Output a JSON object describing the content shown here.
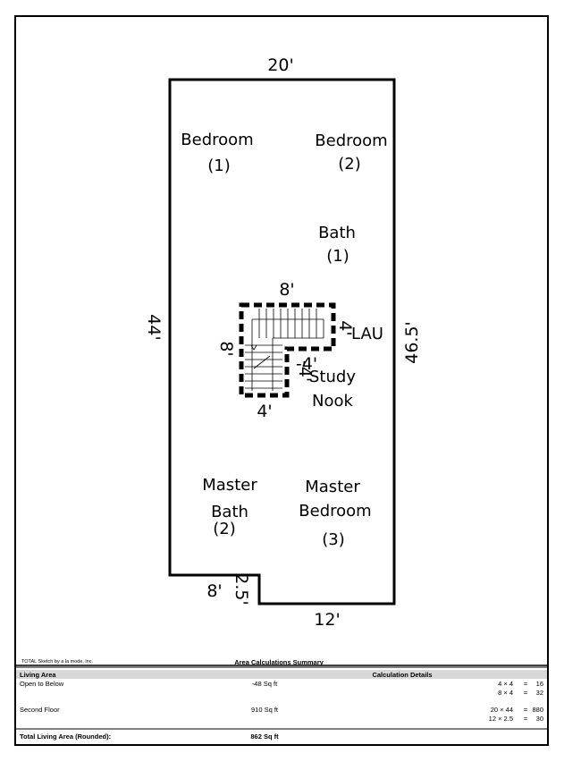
{
  "plan": {
    "rooms": {
      "bedroom1": [
        "Bedroom",
        "(1)"
      ],
      "bedroom2": [
        "Bedroom",
        "(2)"
      ],
      "bath1": [
        "Bath",
        "(1)"
      ],
      "lau": "LAU",
      "study": [
        "Study",
        "Nook"
      ],
      "master_bath": [
        "Master",
        "Bath",
        "(2)"
      ],
      "master_bedroom": [
        "Master",
        "Bedroom",
        "(3)"
      ]
    },
    "dimensions": {
      "top": "20'",
      "left": "44'",
      "right": "46.5'",
      "bottom": "12'",
      "notch_width": "8'",
      "notch_height": "2.5'",
      "stair_top": "8'",
      "stair_left": "8'",
      "stair_right": "4'",
      "stair_bottom": "4'",
      "stair_inner": "-4'",
      "stair_inner2": "-4'"
    }
  },
  "footer": {
    "software": "TOTAL Sketch by a la mode, inc.",
    "title": "Area Calculations Summary",
    "header_left": "Living Area",
    "header_right": "Calculation Details",
    "rows": [
      {
        "name": "Open to Below",
        "area": "-48 Sq ft",
        "calcs": [
          {
            "expr": "4 × 4",
            "eq": "=",
            "val": "16"
          },
          {
            "expr": "8 × 4",
            "eq": "=",
            "val": "32"
          }
        ]
      },
      {
        "name": "Second Floor",
        "area": "910 Sq ft",
        "calcs": [
          {
            "expr": "20 × 44",
            "eq": "=",
            "val": "880"
          },
          {
            "expr": "12 × 2.5",
            "eq": "=",
            "val": "30"
          }
        ]
      }
    ],
    "total_label": "Total Living Area (Rounded):",
    "total_value": "862 Sq ft"
  }
}
